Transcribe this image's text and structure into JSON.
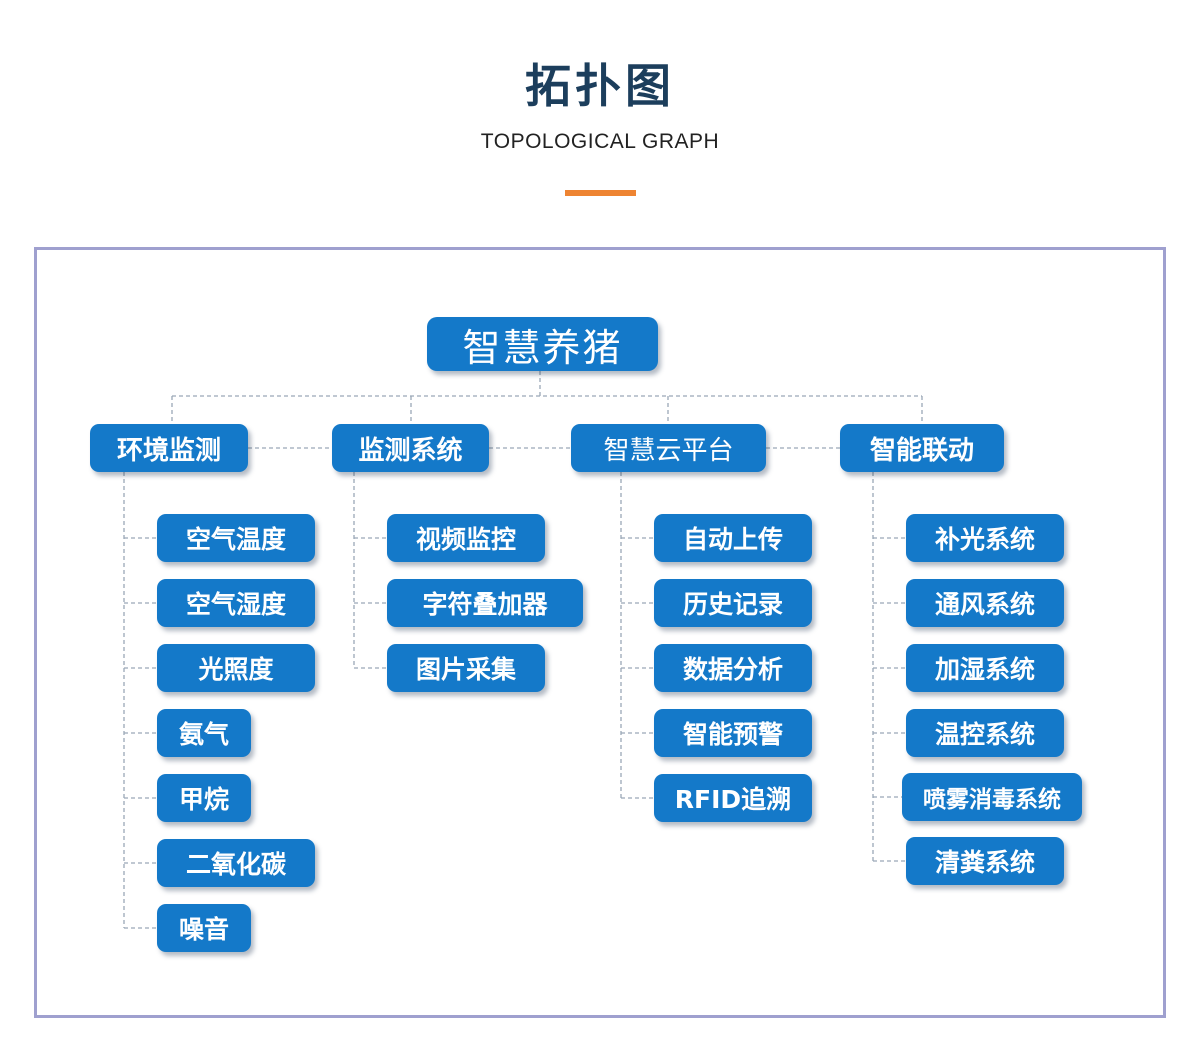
{
  "header": {
    "title": "拓扑图",
    "subtitle": "TOPOLOGICAL GRAPH",
    "accent_color": "#ee8432"
  },
  "diagram": {
    "node_color": "#1479c9",
    "frame_color": "#9fa0cf",
    "root": "智慧养猪",
    "categories": [
      {
        "label": "环境监测",
        "items": [
          "空气温度",
          "空气湿度",
          "光照度",
          "氨气",
          "甲烷",
          "二氧化碳",
          "噪音"
        ]
      },
      {
        "label": "监测系统",
        "items": [
          "视频监控",
          "字符叠加器",
          "图片采集"
        ]
      },
      {
        "label": "智慧云平台",
        "items": [
          "自动上传",
          "历史记录",
          "数据分析",
          "智能预警",
          "RFID追溯"
        ]
      },
      {
        "label": "智能联动",
        "items": [
          "补光系统",
          "通风系统",
          "加湿系统",
          "温控系统",
          "喷雾消毒系统",
          "清粪系统"
        ]
      }
    ]
  }
}
